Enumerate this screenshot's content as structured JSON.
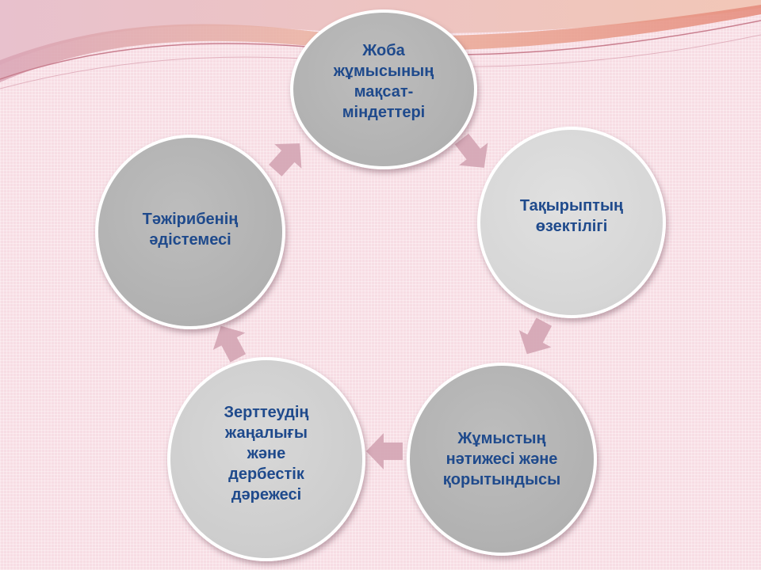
{
  "diagram": {
    "type": "cycle",
    "nodes": [
      {
        "id": "goal",
        "label": "Жоба\nжұмысының\nмақсат-\nміндеттері"
      },
      {
        "id": "relevance",
        "label": "Тақырыптың\nөзектілігі"
      },
      {
        "id": "results",
        "label": "Жұмыстың\nнәтижесі және\nқорытындысы"
      },
      {
        "id": "novelty",
        "label": "Зерттеудің\nжаңалығы\nжәне\nдербестік\nдәрежесі"
      },
      {
        "id": "method",
        "label": "Тәжірибенің\nәдістемесі"
      }
    ],
    "edges": [
      {
        "from": "goal",
        "to": "relevance"
      },
      {
        "from": "relevance",
        "to": "results"
      },
      {
        "from": "results",
        "to": "novelty"
      },
      {
        "from": "novelty",
        "to": "method"
      },
      {
        "from": "method",
        "to": "goal"
      }
    ]
  },
  "colors": {
    "label_text": "#1f4a8c",
    "arrow_fill": "#d3a4b2",
    "background": "#f7dde4"
  }
}
